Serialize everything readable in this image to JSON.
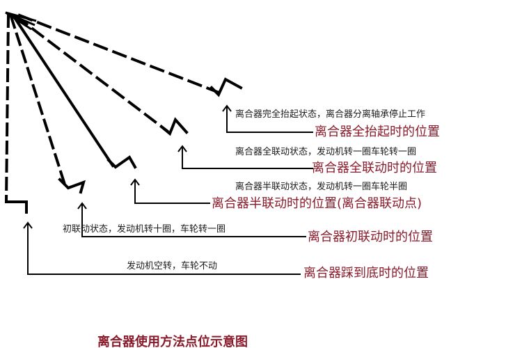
{
  "descriptions": {
    "full_release": "离合器完全抬起状态，离合器分离轴承停止工作",
    "full_engage": "离合器全联动状态，发动机转一圈车轮转一圈",
    "half_engage": "离合器半联动状态，发动机转一圈车轮半圈",
    "initial_engage": "初联动状态，发动机转十圈，车轮转一圈",
    "pressed_to_floor": "发动机空转，车轮不动"
  },
  "labels": {
    "full_release": "离合器全抬起时的位置",
    "full_engage": "离合器全联动时的位置",
    "half_engage": "离合器半联动时的位置(离合器联动点)",
    "initial_engage": "离合器初联动时的位置",
    "pressed_to_floor": "离合器踩到底时的位置"
  },
  "title": "离合器使用方法点位示意图",
  "colors": {
    "label": "#8a1a2a",
    "line": "#000000"
  }
}
